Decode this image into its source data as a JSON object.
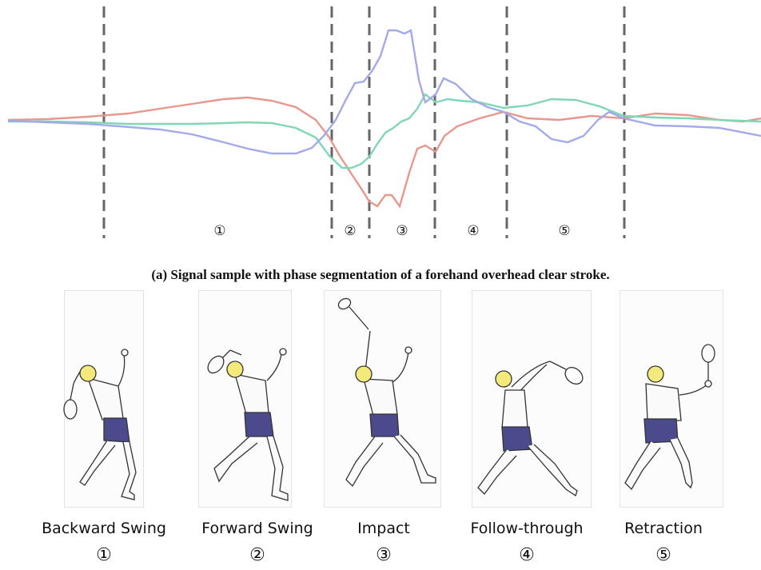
{
  "caption": "(a) Signal sample with phase segmentation of a forehand overhead clear stroke.",
  "colors": {
    "red": "#e8978c",
    "blue": "#a4a9ea",
    "green": "#7fd7b5",
    "divider": "#666666",
    "shorts": "#4b4a8c",
    "hair": "#f4ea7c"
  },
  "phase_markers": [
    "①",
    "②",
    "③",
    "④",
    "⑤"
  ],
  "stages": [
    {
      "label": "Backward Swing",
      "number": "①"
    },
    {
      "label": "Forward Swing",
      "number": "②"
    },
    {
      "label": "Impact",
      "number": "③"
    },
    {
      "label": "Follow-through",
      "number": "④"
    },
    {
      "label": "Retraction",
      "number": "⑤"
    }
  ]
}
